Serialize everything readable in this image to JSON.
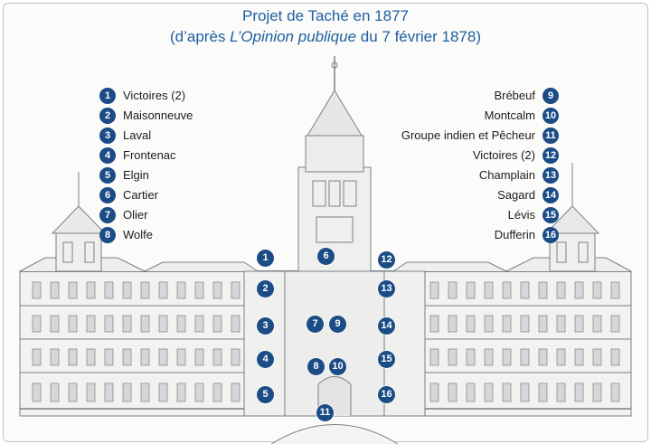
{
  "title": {
    "line1": "Projet de Taché en 1877",
    "line2_prefix": "(d’après ",
    "line2_italic": "L’Opinion publique",
    "line2_suffix": " du 7 février 1878)"
  },
  "colors": {
    "accent": "#1f5fa0",
    "badge": "#1b4c86",
    "line": "#7a8088"
  },
  "legend_left": [
    {
      "num": "1",
      "label": "Victoires (2)"
    },
    {
      "num": "2",
      "label": "Maisonneuve"
    },
    {
      "num": "3",
      "label": "Laval"
    },
    {
      "num": "4",
      "label": "Frontenac"
    },
    {
      "num": "5",
      "label": "Elgin"
    },
    {
      "num": "6",
      "label": "Cartier"
    },
    {
      "num": "7",
      "label": "Olier"
    },
    {
      "num": "8",
      "label": "Wolfe"
    }
  ],
  "legend_right": [
    {
      "num": "9",
      "label": "Brébeuf"
    },
    {
      "num": "10",
      "label": "Montcalm"
    },
    {
      "num": "11",
      "label": "Groupe indien et Pêcheur"
    },
    {
      "num": "12",
      "label": "Victoires (2)"
    },
    {
      "num": "13",
      "label": "Champlain"
    },
    {
      "num": "14",
      "label": "Sagard"
    },
    {
      "num": "15",
      "label": "Lévis"
    },
    {
      "num": "16",
      "label": "Dufferin"
    }
  ],
  "markers": [
    "1",
    "2",
    "3",
    "4",
    "5",
    "6",
    "7",
    "8",
    "9",
    "10",
    "11",
    "12",
    "13",
    "14",
    "15",
    "16"
  ]
}
